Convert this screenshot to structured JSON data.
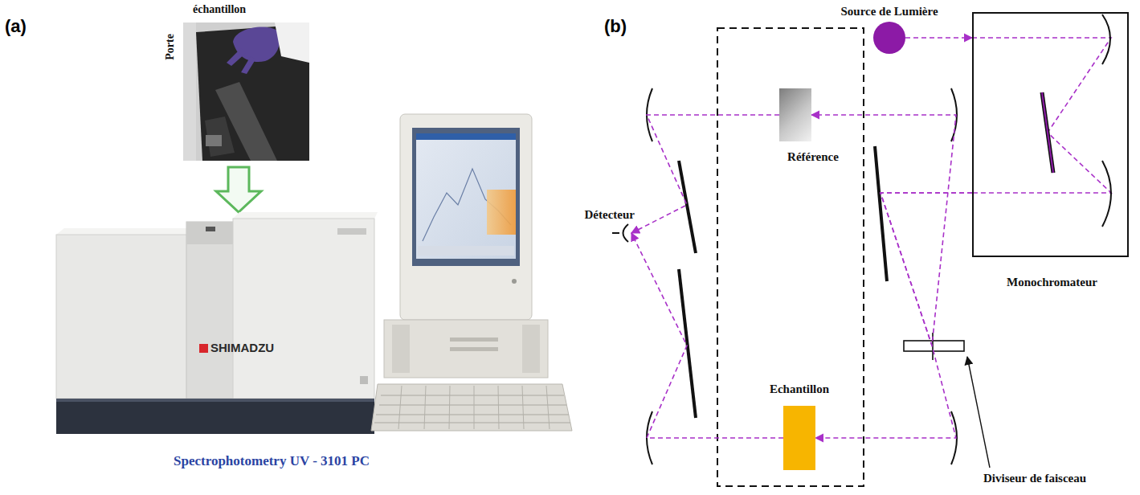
{
  "diagram": {
    "nodes": [
      {
        "text": [
          "Source de Lumière"
        ]
      },
      {
        "text": [
          "Monochromateur"
        ]
      },
      {
        "text": [
          "Référence"
        ]
      },
      {
        "text": [
          "Echantillon"
        ]
      },
      {
        "text": [
          "Détecteur"
        ]
      }
    ],
    "edges": [
      {
        "from": 0,
        "to": 1,
        "arrow": "to"
      },
      {
        "from": 1,
        "to": 2,
        "arrow": "to"
      },
      {
        "from": 1,
        "to": 3,
        "arrow": "to"
      },
      {
        "from": 2,
        "to": 4,
        "arrow": "to"
      },
      {
        "from": 3,
        "to": 4,
        "arrow": "to"
      }
    ],
    "labels": [
      "(a)",
      "échantillon",
      "Porte",
      "SHIMADZU",
      "Spectrophotometry UV - 3101 PC",
      "(b)",
      "Diviseur de faisceau"
    ]
  }
}
